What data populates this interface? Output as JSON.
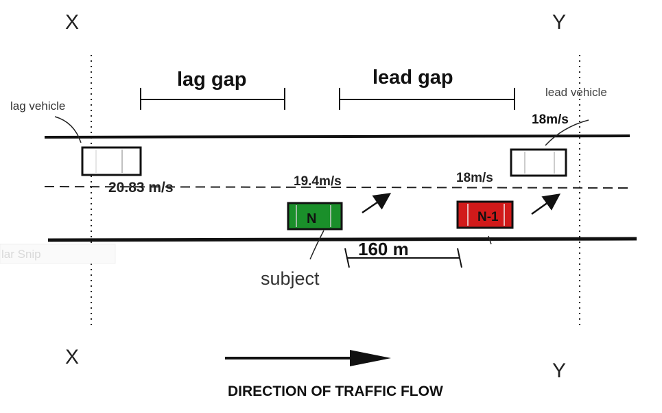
{
  "labels": {
    "x_top": "X",
    "y_top": "Y",
    "x_bottom": "X",
    "y_bottom": "Y",
    "lag_gap": "lag gap",
    "lead_gap": "lead gap",
    "lag_vehicle": "lag vehicle",
    "lead_vehicle": "lead vehicle",
    "subject": "subject",
    "distance": "160 m",
    "direction": "DIRECTION OF TRAFFIC FLOW",
    "watermark": "lar Snip"
  },
  "vehicles": {
    "lag": {
      "speed": "20.83 m/s"
    },
    "lead": {
      "speed": "18m/s"
    },
    "subject": {
      "label": "N",
      "speed": "19.4m/s",
      "color": "#1a8f2a"
    },
    "front": {
      "label": "N-1",
      "speed": "18m/s",
      "color": "#d11a1a"
    }
  },
  "colors": {
    "ink": "#111111",
    "green": "#1a8f2a",
    "red": "#d11a1a"
  }
}
